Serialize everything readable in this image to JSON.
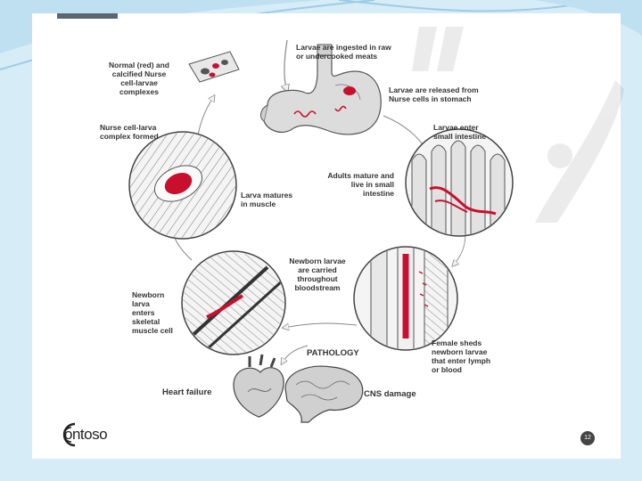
{
  "slide": {
    "page_number": "12",
    "logo_text": "ontoso"
  },
  "colors": {
    "background": "#d6ecf7",
    "card": "#ffffff",
    "accent": "#5b6670",
    "larva_red": "#c8102e",
    "ink": "#333333"
  },
  "labels": {
    "ingested": "Larvae are ingested in raw\nor undercooked meats",
    "released": "Larvae are released from\nNurse cells in stomach",
    "enter_intestine": "Larvae enter\nsmall intestine",
    "adults_mature": "Adults mature and\nlive in small\nintestine",
    "normal_calcified": "Normal (red) and\ncalcified Nurse\ncell-larvae\ncomplexes",
    "nurse_formed": "Nurse cell-larva\ncomplex formed",
    "larva_matures": "Larva matures\nin muscle",
    "newborn_carried": "Newborn larvae\nare carried\nthroughout\nbloodstream",
    "newborn_enters": "Newborn\nlarva\nenters\nskeletal\nmuscle cell",
    "female_sheds": "Female sheds\nnewborn larvae\nthat enter lymph\nor blood",
    "pathology": "PATHOLOGY",
    "heart_failure": "Heart failure",
    "cns_damage": "CNS damage"
  }
}
